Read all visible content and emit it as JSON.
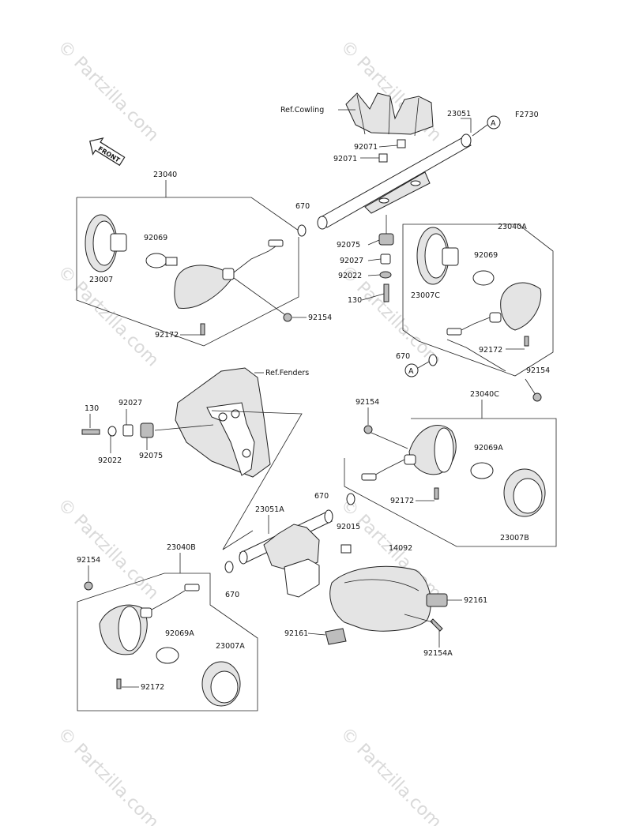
{
  "figure_code": "F2730",
  "front_label": "FRONT",
  "refs": {
    "cowling": "Ref.Cowling",
    "fenders": "Ref.Fenders"
  },
  "marker": "A",
  "watermark": "© Partzilla.com",
  "parts": {
    "p23051": "23051",
    "p23040": "23040",
    "p92071a": "92071",
    "p92071b": "92071",
    "p670a": "670",
    "p92069a": "92069",
    "p23007": "23007",
    "p92075a": "92075",
    "p92027a": "92027",
    "p92022a": "92022",
    "p130a": "130",
    "p92172a": "92172",
    "p92154a": "92154",
    "p23040A": "23040A",
    "p92069b": "92069",
    "p23007C": "23007C",
    "p670b": "670",
    "p92172b": "92172",
    "p92154b": "92154",
    "p130b": "130",
    "p92027b": "92027",
    "p92022b": "92022",
    "p92075b": "92075",
    "p92154c": "92154",
    "p23040C": "23040C",
    "p92069A": "92069A",
    "p670c": "670",
    "p92172c": "92172",
    "p23007B": "23007B",
    "p23051A": "23051A",
    "p92015": "92015",
    "p14092": "14092",
    "p92154d": "92154",
    "p23040B": "23040B",
    "p670d": "670",
    "p92069A2": "92069A",
    "p23007A": "23007A",
    "p92172d": "92172",
    "p92161a": "92161",
    "p92161b": "92161",
    "p92154A": "92154A"
  }
}
